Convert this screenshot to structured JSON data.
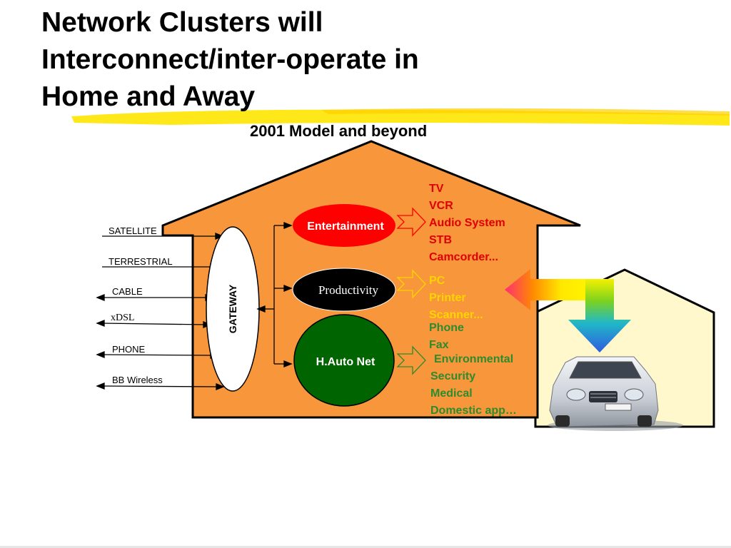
{
  "title": "Network Clusters will\nInterconnect/inter-operate in\nHome and Away",
  "subtitle": "2001 Model and beyond",
  "inputs": [
    "SATELLITE",
    "TERRESTRIAL",
    "CABLE",
    "xDSL",
    "PHONE",
    "BB Wireless"
  ],
  "gateway": "GATEWAY",
  "clusters": {
    "entertainment": "Entertainment",
    "productivity": "Productivity",
    "auto": "H.Auto Net"
  },
  "entertainment_devices": [
    "TV",
    "VCR",
    "Audio System",
    "STB",
    "Camcorder..."
  ],
  "productivity_devices": [
    "PC",
    "Printer",
    "Scanner..."
  ],
  "auto_devices_upper": [
    "Phone",
    "Fax"
  ],
  "auto_devices": [
    "Environmental",
    "Security",
    "Medical",
    "Domestic app…"
  ],
  "colors": {
    "house": "#F7963B",
    "entertainment": "#FF0000",
    "productivity": "#000000",
    "auto": "#006400",
    "ent_text": "#E00000",
    "prod_text": "#FFD400",
    "auto_text": "#2E8B2E",
    "highlight": "#FFE600"
  }
}
